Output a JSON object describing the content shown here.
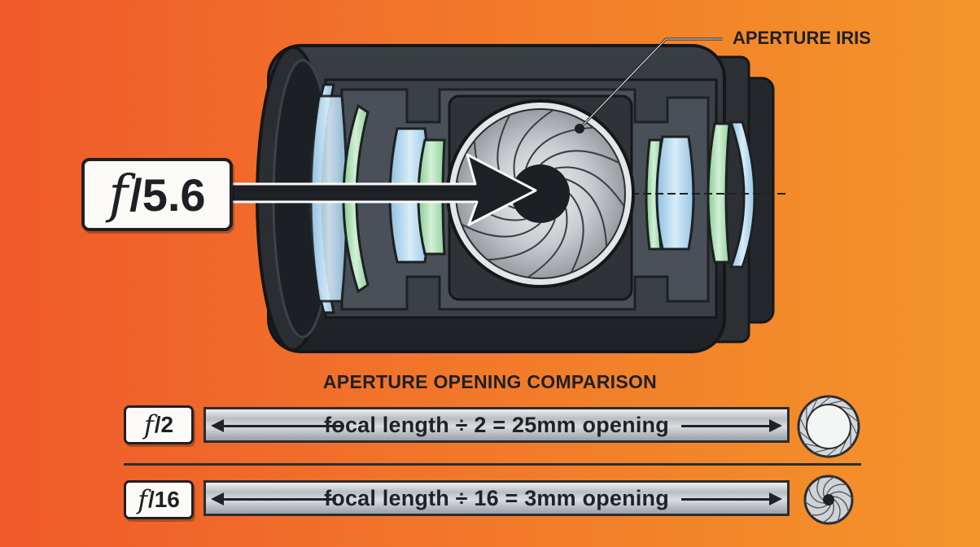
{
  "diagram": {
    "main_label": {
      "f_symbol": "f",
      "value": "/5.6"
    },
    "iris_label": "APERTURE IRIS",
    "comparison": {
      "title": "APERTURE OPENING COMPARISON",
      "rows": [
        {
          "f_symbol": "f",
          "value": "/2",
          "description": "focal length ÷ 2 = 25mm opening",
          "opening": "large"
        },
        {
          "f_symbol": "f",
          "value": "/16",
          "description": "focal length ÷ 16 = 3mm opening",
          "opening": "small"
        }
      ]
    }
  },
  "colors": {
    "background_left": "#ef5a2a",
    "background_right": "#f3952a",
    "lens_body": "#2b2f34",
    "lens_dark": "#1c1f23",
    "glass_blue": "#a9cfe6",
    "glass_green": "#9fd6a8",
    "outline": "#1d2024",
    "label_box": "#fbfaf6"
  }
}
